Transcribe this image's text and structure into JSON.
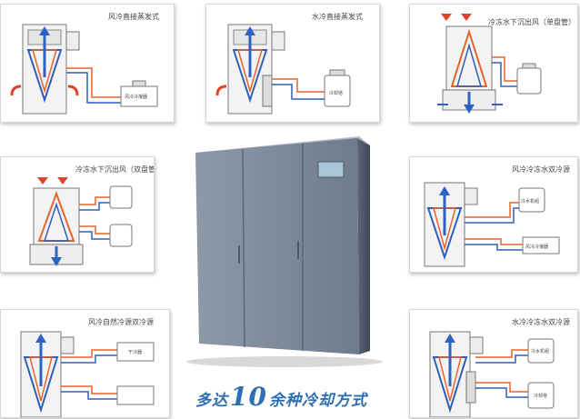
{
  "panels": [
    {
      "title": "风冷直接蒸发式",
      "units": [
        "风冷冷凝器"
      ]
    },
    {
      "title": "水冷直接蒸发式",
      "units": [
        "冷却塔"
      ]
    },
    {
      "title": "冷冻水下沉出风（单盘管）",
      "units": []
    },
    {
      "title": "冷冻水下沉出风（双盘管）",
      "units": []
    },
    {
      "title": "风冷冷冻水双冷源",
      "units": [
        "冷水机组",
        "风冷冷凝器"
      ]
    },
    {
      "title": "风冷自然冷源双冷源",
      "units": [
        "干冷器",
        ""
      ]
    },
    {
      "title": "水冷冷冻水双冷源",
      "units": [
        "冷水机组",
        "冷却塔"
      ]
    }
  ],
  "slogan": {
    "pre": "多达",
    "num": "10",
    "post": "余种冷却方式"
  },
  "colors": {
    "hot": "#e8632b",
    "cold": "#2f5fb8",
    "arrow_blue": "#2d62c5",
    "arrow_red": "#e0422a",
    "cabinet": "#7a8697"
  }
}
